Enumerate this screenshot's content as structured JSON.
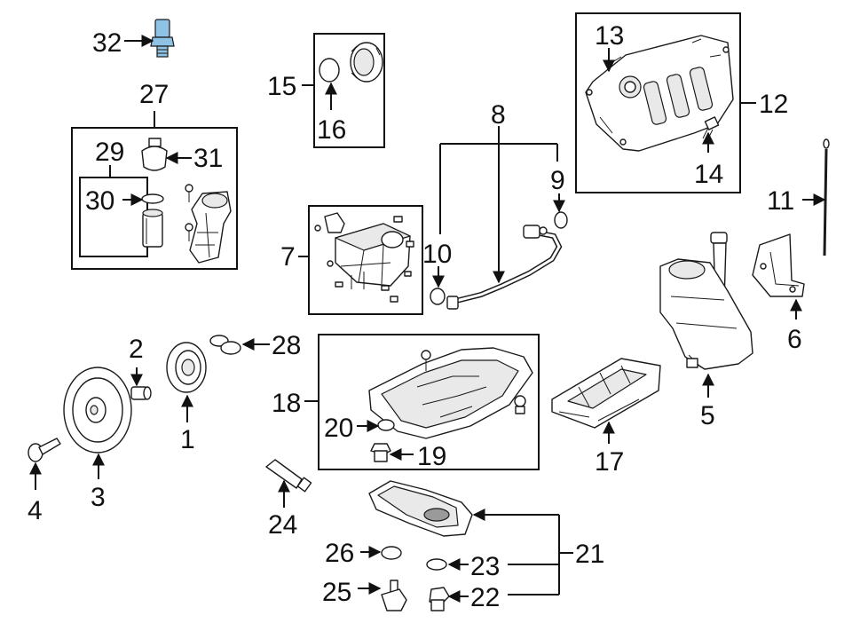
{
  "diagram": {
    "highlight_color": "#8fc3e6",
    "line_color": "#111111",
    "labels": [
      "32",
      "27",
      "29",
      "31",
      "30",
      "15",
      "16",
      "8",
      "13",
      "12",
      "14",
      "9",
      "11",
      "10",
      "7",
      "6",
      "5",
      "2",
      "28",
      "1",
      "18",
      "20",
      "19",
      "17",
      "3",
      "4",
      "24",
      "21",
      "26",
      "23",
      "25",
      "22"
    ]
  }
}
